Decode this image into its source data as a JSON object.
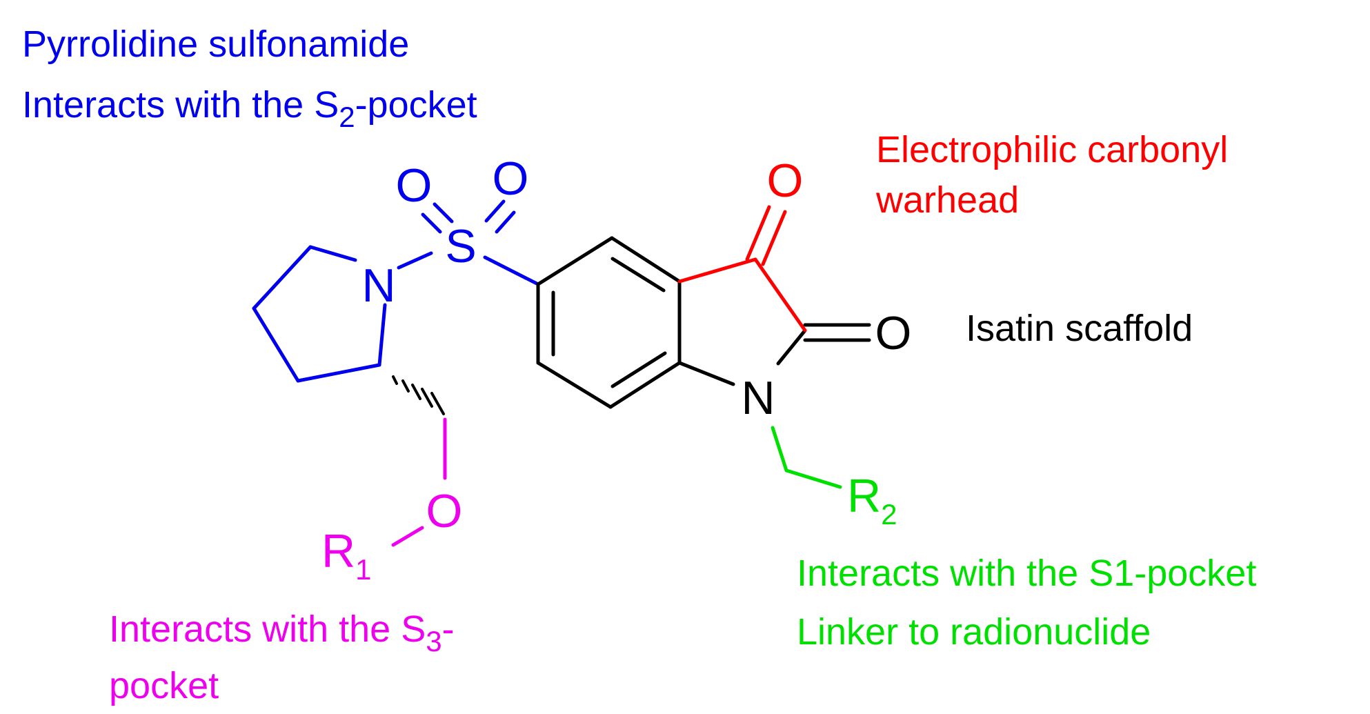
{
  "colors": {
    "blue": "#0000ee",
    "red": "#ff0000",
    "black": "#000000",
    "green": "#00e000",
    "magenta": "#ee00ee"
  },
  "labels": {
    "pyrrolidine_title": "Pyrrolidine sulfonamide",
    "pyrrolidine_desc_pre": "Interacts with the S",
    "pyrrolidine_desc_sub": "2",
    "pyrrolidine_desc_post": "-pocket",
    "warhead_line1": "Electrophilic carbonyl",
    "warhead_line2": "warhead",
    "scaffold": "Isatin scaffold",
    "r2_line1": "Interacts with the S1-pocket",
    "r2_line2": "Linker to radionuclide",
    "r1_line1_pre": "Interacts with the S",
    "r1_line1_sub": "3",
    "r1_line1_post": "-",
    "r1_line2": "pocket"
  },
  "atoms": {
    "sulfonyl_o_left": "O",
    "sulfonyl_o_right": "O",
    "sulfur": "S",
    "pyrrolidine_n": "N",
    "ketone_o": "O",
    "amide_o": "O",
    "isatin_n": "N",
    "ether_o": "O",
    "r1_letter": "R",
    "r1_sub": "1",
    "r2_letter": "R",
    "r2_sub": "2"
  }
}
